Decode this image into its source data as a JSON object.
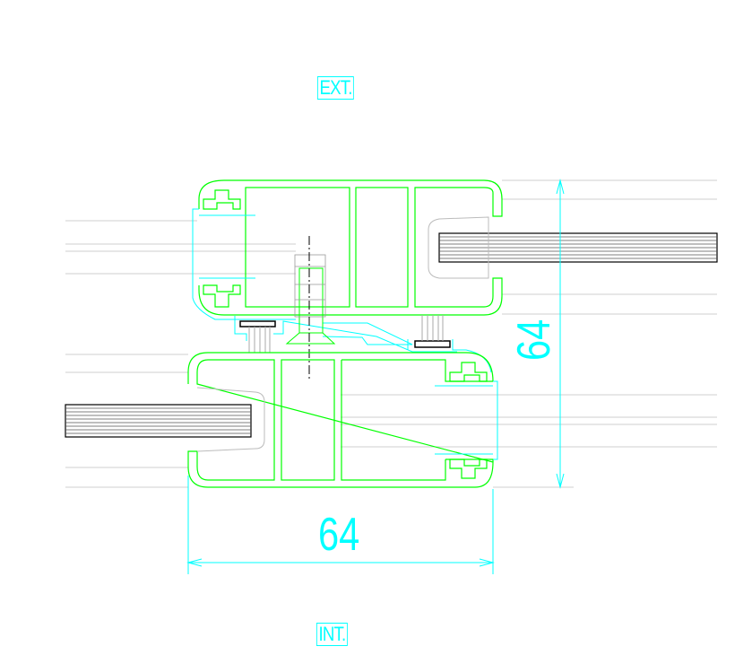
{
  "labels": {
    "exterior": "EXT.",
    "interior": "INT."
  },
  "dimensions": {
    "vertical": "64",
    "horizontal": "64"
  },
  "colors": {
    "profile": "#00ff00",
    "gasket": "#00ffff",
    "dimension": "#00ffff",
    "glass": "#000000",
    "reference": "#c8c8c8"
  }
}
